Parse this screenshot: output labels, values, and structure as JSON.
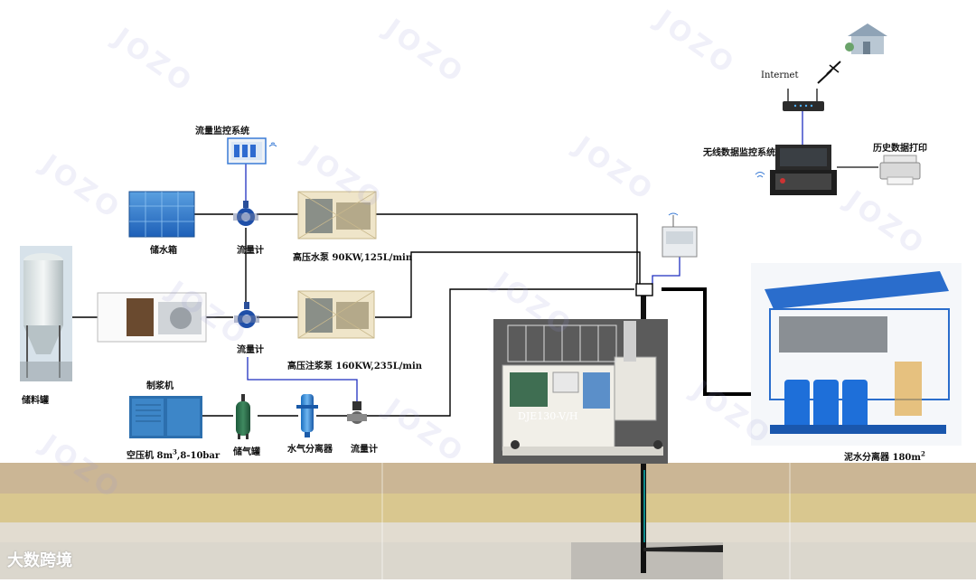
{
  "watermark": "JOZO",
  "brand": "大数跨境",
  "labels": {
    "flow_monitor_system": "流量监控系统",
    "water_tank": "储水箱",
    "flowmeter_1": "流量计",
    "high_pressure_water_pump": "高压水泵 90KW,125L/min",
    "storage_silo": "储料罐",
    "flowmeter_2": "流量计",
    "high_pressure_grout_pump": "高压注浆泵 160KW,235L/min",
    "slurry_maker": "制浆机",
    "air_compressor": "空压机 8m",
    "air_compressor_sup": "3",
    "air_compressor_tail": ",8-10bar",
    "air_tank": "储气罐",
    "water_gas_separator": "水气分离器",
    "flowmeter_3": "流量计",
    "internet": "Internet",
    "wireless_monitor": "无线数据监控系统",
    "history_print": "历史数据打印",
    "drill_rig_model": "DJE130-V/H",
    "mud_separator": "泥水分离器 180m",
    "mud_separator_sup": "2"
  },
  "colors": {
    "pipe": "#000000",
    "signal_line": "#1f2fbf",
    "ground_top": "#cdb99a",
    "ground_mid": "#d8c58f",
    "ground_low": "#e0d9cc",
    "accent_blue": "#1e6fd9"
  }
}
